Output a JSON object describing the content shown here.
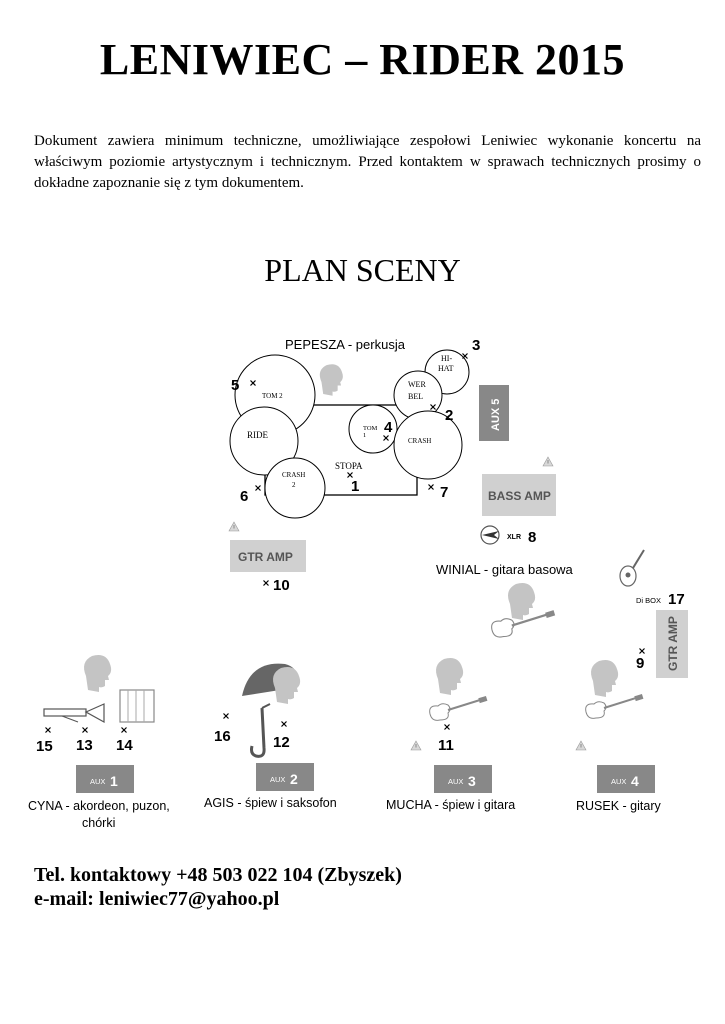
{
  "title": "LENIWIEC – RIDER 2015",
  "intro": "Dokument zawiera minimum techniczne, umożliwiające zespołowi Leniwiec wykonanie koncertu na właściwym poziomie artystycznym i technicznym. Przed kontaktem w sprawach technicznych prosimy o dokładne zapoznanie się z tym dokumentem.",
  "plan_title": "PLAN SCENY",
  "drums": {
    "label": "PEPESZA - perkusja",
    "hihat_l1": "HI-",
    "hihat_l2": "HAT",
    "werbel_l1": "WER",
    "werbel_l2": "BEL",
    "tom2": "TOM 2",
    "tom1_l1": "TOM",
    "tom1_l2": "1",
    "ride": "RIDE",
    "crash": "CRASH",
    "crash2_l1": "CRASH",
    "crash2_l2": "2",
    "stopa": "STOPA"
  },
  "numbers": {
    "n1": "1",
    "n2": "2",
    "n3": "3",
    "n4": "4",
    "n5": "5",
    "n6": "6",
    "n7": "7",
    "n8": "8",
    "n9": "9",
    "n10": "10",
    "n11": "11",
    "n12": "12",
    "n13": "13",
    "n14": "14",
    "n15": "15",
    "n16": "16",
    "n17": "17"
  },
  "gear": {
    "aux5": "AUX 5",
    "bass_amp": "BASS AMP",
    "xlr": "XLR",
    "gtr_amp_left": "GTR AMP",
    "gtr_amp_right": "GTR AMP",
    "di_box": "Di BOX"
  },
  "musicians": {
    "winial": "WINIAL - gitara basowa",
    "cyna_l1": "CYNA - akordeon, puzon,",
    "cyna_l2": "chórki",
    "agis": "AGIS - śpiew i saksofon",
    "mucha": "MUCHA - śpiew i gitara",
    "rusek": "RUSEK - gitary"
  },
  "aux": [
    {
      "prefix": "AUX",
      "num": "1"
    },
    {
      "prefix": "AUX",
      "num": "2"
    },
    {
      "prefix": "AUX",
      "num": "3"
    },
    {
      "prefix": "AUX",
      "num": "4"
    }
  ],
  "contact": {
    "phone": "Tel. kontaktowy +48 503 022 104 (Zbyszek)",
    "email": "e-mail: leniwiec77@yahoo.pl"
  }
}
